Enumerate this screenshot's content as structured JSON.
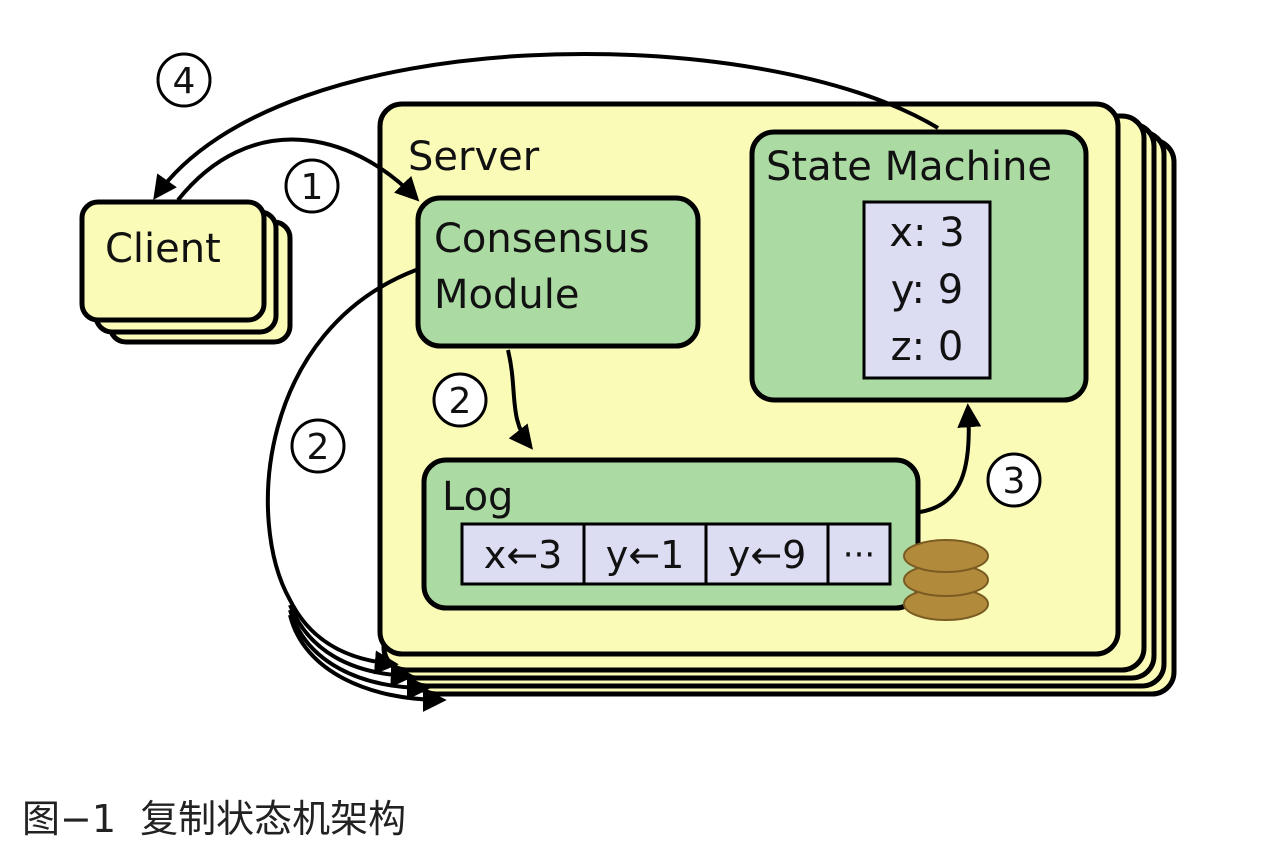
{
  "diagram": {
    "server_label": "Server",
    "client_label": "Client",
    "consensus_line1": "Consensus",
    "consensus_line2": "Module",
    "state_machine_label": "State Machine",
    "state_values": [
      "x: 3",
      "y: 9",
      "z: 0"
    ],
    "log_label": "Log",
    "log_entries": [
      "x←3",
      "y←1",
      "y←9",
      "···"
    ],
    "step_1": "1",
    "step_2": "2",
    "step_3": "3",
    "step_4": "4",
    "colors": {
      "server_fill": "#fbfbb8",
      "module_fill": "#acdaa3",
      "log_cell_fill": "#dcdcf2",
      "disk_fill": "#b28a3c",
      "stroke": "#000000"
    }
  },
  "caption": "图−1  复制状态机架构"
}
